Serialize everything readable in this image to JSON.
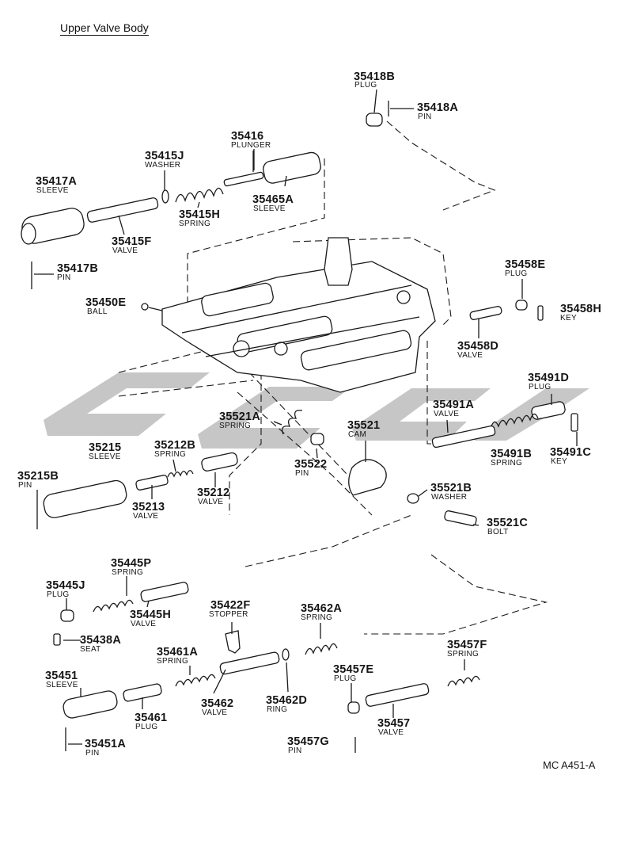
{
  "title": "Upper Valve Body",
  "figure_ref": "MC A451-A",
  "parts": [
    {
      "code": "35418B",
      "name": "PLUG"
    },
    {
      "code": "35418A",
      "name": "PIN"
    },
    {
      "code": "35416",
      "name": "PLUNGER"
    },
    {
      "code": "35415J",
      "name": "WASHER"
    },
    {
      "code": "35417A",
      "name": "SLEEVE"
    },
    {
      "code": "35465A",
      "name": "SLEEVE"
    },
    {
      "code": "35415H",
      "name": "SPRING"
    },
    {
      "code": "35415F",
      "name": "VALVE"
    },
    {
      "code": "35417B",
      "name": "PIN"
    },
    {
      "code": "35458E",
      "name": "PLUG"
    },
    {
      "code": "35450E",
      "name": "BALL"
    },
    {
      "code": "35458H",
      "name": "KEY"
    },
    {
      "code": "35458D",
      "name": "VALVE"
    },
    {
      "code": "35491D",
      "name": "PLUG"
    },
    {
      "code": "35491A",
      "name": "VALVE"
    },
    {
      "code": "35521A",
      "name": "SPRING"
    },
    {
      "code": "35521",
      "name": "CAM"
    },
    {
      "code": "35215",
      "name": "SLEEVE"
    },
    {
      "code": "35212B",
      "name": "SPRING"
    },
    {
      "code": "35491B",
      "name": "SPRING"
    },
    {
      "code": "35491C",
      "name": "KEY"
    },
    {
      "code": "35215B",
      "name": "PIN"
    },
    {
      "code": "35522",
      "name": "PIN"
    },
    {
      "code": "35521B",
      "name": "WASHER"
    },
    {
      "code": "35212",
      "name": "VALVE"
    },
    {
      "code": "35213",
      "name": "VALVE"
    },
    {
      "code": "35521C",
      "name": "BOLT"
    },
    {
      "code": "35445P",
      "name": "SPRING"
    },
    {
      "code": "35445J",
      "name": "PLUG"
    },
    {
      "code": "35445H",
      "name": "VALVE"
    },
    {
      "code": "35422F",
      "name": "STOPPER"
    },
    {
      "code": "35462A",
      "name": "SPRING"
    },
    {
      "code": "35438A",
      "name": "SEAT"
    },
    {
      "code": "35461A",
      "name": "SPRING"
    },
    {
      "code": "35457F",
      "name": "SPRING"
    },
    {
      "code": "35457E",
      "name": "PLUG"
    },
    {
      "code": "35451",
      "name": "SLEEVE"
    },
    {
      "code": "35462",
      "name": "VALVE"
    },
    {
      "code": "35462D",
      "name": "RING"
    },
    {
      "code": "35461",
      "name": "PLUG"
    },
    {
      "code": "35457",
      "name": "VALVE"
    },
    {
      "code": "35457G",
      "name": "PIN"
    },
    {
      "code": "35451A",
      "name": "PIN"
    }
  ]
}
